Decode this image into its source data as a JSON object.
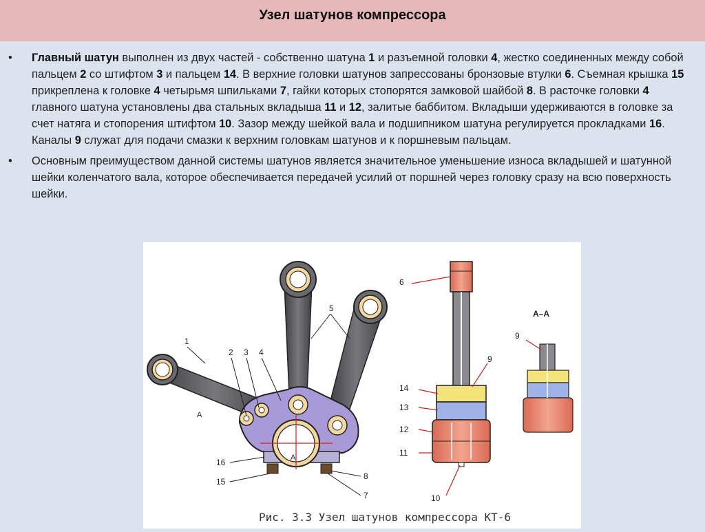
{
  "slide": {
    "title": "Узел шатунов компрессора"
  },
  "paragraph1": {
    "bullet": "•",
    "segments": [
      {
        "t": "Главный шатун",
        "b": true
      },
      {
        "t": " выполнен из двух частей - собственно шатуна ",
        "b": false
      },
      {
        "t": "1",
        "b": true
      },
      {
        "t": " и разъемной головки ",
        "b": false
      },
      {
        "t": "4",
        "b": true
      },
      {
        "t": ", жестко соединенных между собой пальцем ",
        "b": false
      },
      {
        "t": "2",
        "b": true
      },
      {
        "t": " со штифтом ",
        "b": false
      },
      {
        "t": "3",
        "b": true
      },
      {
        "t": " и пальцем ",
        "b": false
      },
      {
        "t": "14",
        "b": true
      },
      {
        "t": ". В верхние головки шатунов запрессованы бронзовые втулки ",
        "b": false
      },
      {
        "t": "6",
        "b": true
      },
      {
        "t": ". Съемная крышка ",
        "b": false
      },
      {
        "t": "15",
        "b": true
      },
      {
        "t": " прикреплена к головке ",
        "b": false
      },
      {
        "t": "4",
        "b": true
      },
      {
        "t": " четырьмя шпильками ",
        "b": false
      },
      {
        "t": "7",
        "b": true
      },
      {
        "t": ", гайки которых стопорятся замковой шайбой ",
        "b": false
      },
      {
        "t": "8",
        "b": true
      },
      {
        "t": ". В расточке головки ",
        "b": false
      },
      {
        "t": "4",
        "b": true
      },
      {
        "t": " главного шатуна установлены два стальных вкладыша ",
        "b": false
      },
      {
        "t": "11",
        "b": true
      },
      {
        "t": " и ",
        "b": false
      },
      {
        "t": "12",
        "b": true
      },
      {
        "t": ", залитые баббитом. Вкладыши удерживаются в головке за счет натяга и стопорения штифтом ",
        "b": false
      },
      {
        "t": "10",
        "b": true
      },
      {
        "t": ". Зазор между шейкой вала и подшипником шатуна регулируется прокладками ",
        "b": false
      },
      {
        "t": "16",
        "b": true
      },
      {
        "t": ". Каналы ",
        "b": false
      },
      {
        "t": "9",
        "b": true
      },
      {
        "t": " служат для подачи смазки к верхним головкам шатунов и к поршневым пальцам.",
        "b": false
      }
    ]
  },
  "paragraph2": {
    "bullet": "•",
    "text": "Основным преимуществом данной системы шатунов является значительное уменьшение износа вкладышей и шатунной шейки коленчатого вала, которое обеспечивается передачей усилий от поршней через головку сразу на всю поверхность шейки."
  },
  "figure": {
    "caption": "Рис. 3.3 Узел шатунов компрессора КТ-6",
    "section_label": "А–А",
    "left_view_labels": {
      "l1": "1",
      "l2": "2",
      "l3": "3",
      "l4": "4",
      "l5": "5",
      "l16": "16",
      "l15": "15",
      "l8": "8",
      "l7": "7",
      "a_arm": "A",
      "a_center": "A"
    },
    "right_view_labels": {
      "l6": "6",
      "l9": "9",
      "l14": "14",
      "l13": "13",
      "l12": "12",
      "l11": "11",
      "l10": "10"
    },
    "section_labels": {
      "l9": "9"
    },
    "colors": {
      "rod": "#5e5e62",
      "head": "#a79ad6",
      "bushing": "#f2d7a0",
      "pink": "#e8775e",
      "yellow": "#f4e37a",
      "blue": "#9fb3e8"
    }
  }
}
